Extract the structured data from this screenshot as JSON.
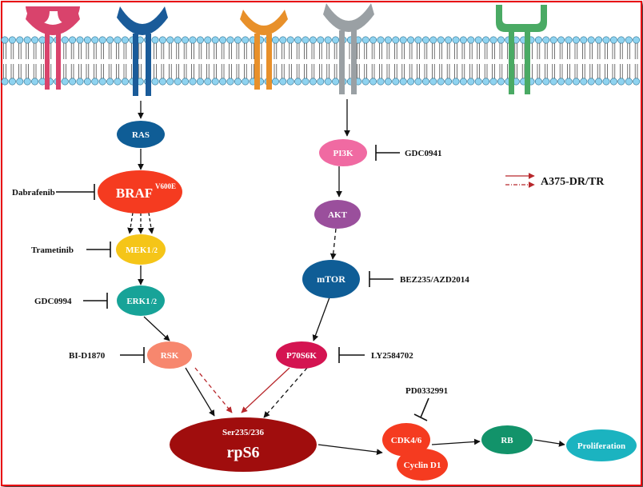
{
  "colors": {
    "frame": "#e8000b",
    "membrane_head": "#8fd3f0",
    "receptor_pink": "#d9436c",
    "receptor_blue": "#1a5b99",
    "receptor_orange": "#e8902a",
    "receptor_gray": "#9aa0a4",
    "receptor_green": "#4aaa64",
    "ras": "#0f5d96",
    "braf": "#f53b20",
    "mek": "#f5c518",
    "erk": "#17a398",
    "rsk": "#f7876e",
    "pi3k": "#f06aa2",
    "akt": "#9a4f9c",
    "mtor": "#0f5d96",
    "p70": "#d41451",
    "rps6": "#a00d0d",
    "cdk": "#f53b20",
    "rb": "#12936a",
    "proliferation": "#1bb3c0",
    "red_arrow": "#b8282c"
  },
  "nodes": {
    "ras": "RAS",
    "braf": "BRAF",
    "braf_sup": "V600E",
    "mek": "MEK1",
    "mek_sub": "/2",
    "erk": "ERK1",
    "erk_sub": "/2",
    "rsk": "RSK",
    "pi3k": "PI3K",
    "akt": "AKT",
    "mtor": "mTOR",
    "p70s6k": "P70S6K",
    "rps6_site": "Ser235/236",
    "rps6": "rpS6",
    "cdk46": "CDK4/6",
    "cyclin_d1": "Cyclin D1",
    "rb": "RB",
    "proliferation": "Proliferation"
  },
  "inhibitors": {
    "dabrafenib": "Dabrafenib",
    "trametinib": "Trametinib",
    "gdc0994": "GDC0994",
    "bid1870": "BI-D1870",
    "gdc0941": "GDC0941",
    "bez235": "BEZ235/AZD2014",
    "ly2584702": "LY2584702",
    "pd0332991": "PD0332991"
  },
  "legend": {
    "label": "A375-DR/TR"
  }
}
